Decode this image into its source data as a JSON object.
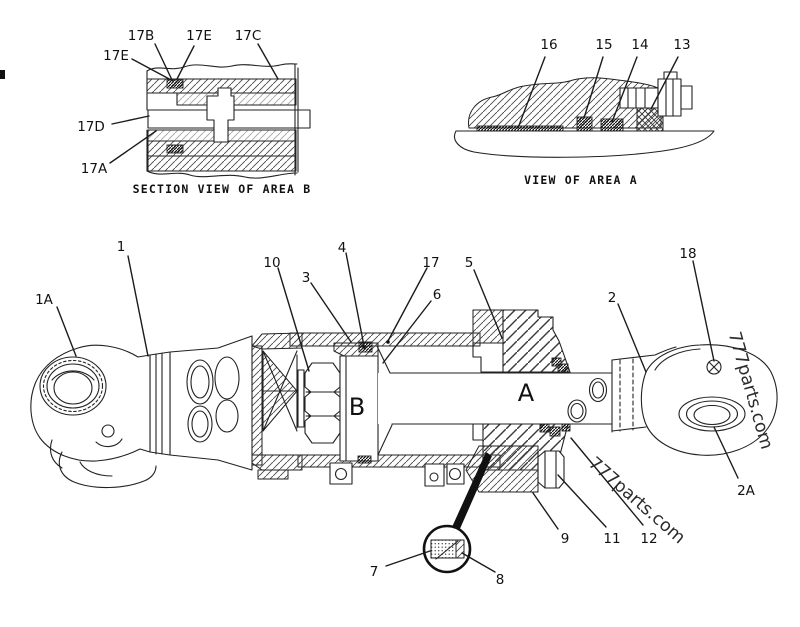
{
  "watermark": {
    "text": "777parts.com",
    "color": "#2b2b2b"
  },
  "sectionB": {
    "caption": "SECTION VIEW OF AREA B",
    "labels": {
      "e_left": "17E",
      "b": "17B",
      "e_top": "17E",
      "c": "17C",
      "d": "17D",
      "a": "17A"
    }
  },
  "viewA": {
    "caption": "VIEW OF AREA A",
    "labels": {
      "n16": "16",
      "n15": "15",
      "n14": "14",
      "n13": "13"
    }
  },
  "assembly": {
    "area_b_letter": "B",
    "area_a_letter": "A",
    "labels": {
      "n1": "1",
      "n1a": "1A",
      "n2": "2",
      "n2a": "2A",
      "n3": "3",
      "n4": "4",
      "n5": "5",
      "n6": "6",
      "n7": "7",
      "n8": "8",
      "n9": "9",
      "n10": "10",
      "n11": "11",
      "n12": "12",
      "n17": "17",
      "n18": "18"
    }
  }
}
